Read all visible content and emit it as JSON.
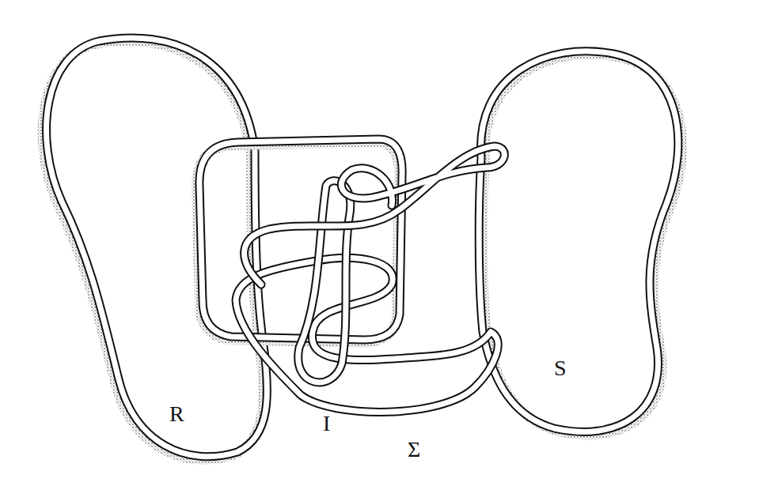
{
  "diagram": {
    "labels": [
      "R",
      "I",
      "Σ",
      "S"
    ]
  }
}
